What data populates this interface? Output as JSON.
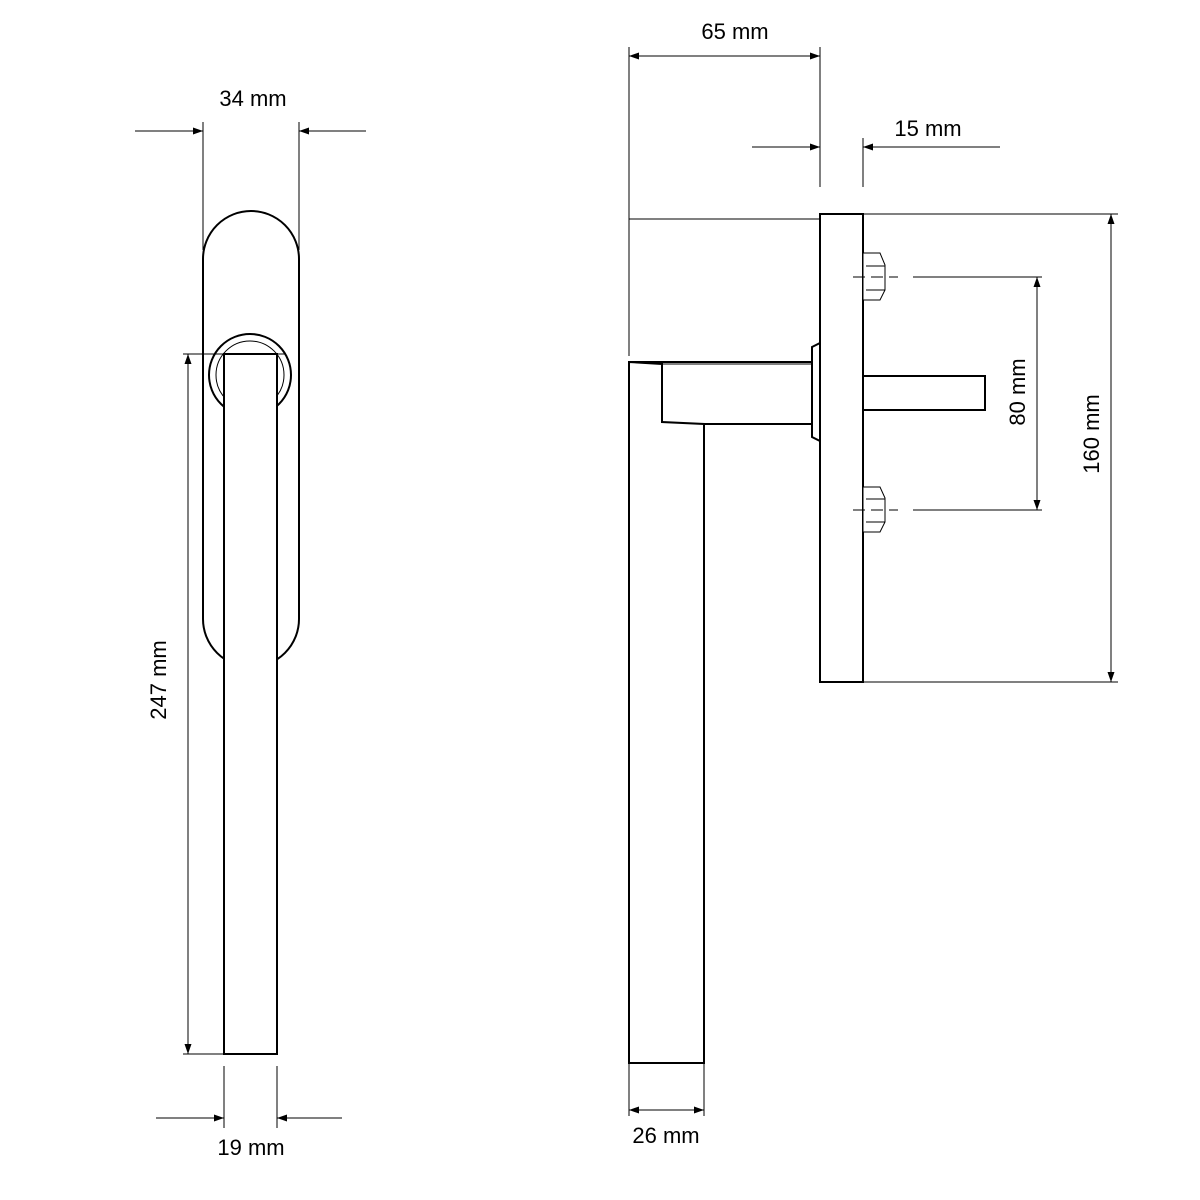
{
  "dimensions": {
    "width_top_left": "34 mm",
    "length_left": "247 mm",
    "width_bottom_left": "19 mm",
    "projection_top": "65 mm",
    "plate_thickness": "15 mm",
    "screw_spacing": "80 mm",
    "plate_height": "160 mm",
    "lever_width": "26 mm"
  },
  "colors": {
    "line": "#000000",
    "background": "#ffffff"
  }
}
